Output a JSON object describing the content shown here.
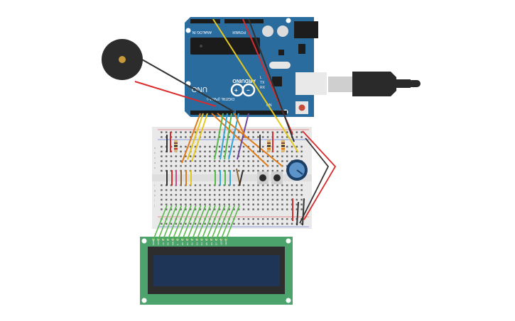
{
  "arduino": {
    "brand": "ARDUINO",
    "model": "UNO",
    "label_analog": "ANALOG IN",
    "label_power": "POWER",
    "label_digital": "DIGITAL (PWM~)",
    "label_tx": "TX",
    "label_rx": "RX",
    "label_l": "L",
    "label_on": "ON"
  },
  "colors": {
    "board": "#2b6c9e",
    "breadboard": "#e9e9e9",
    "lcd_pcb": "#4ca36b",
    "lcd_screen": "#1e3557",
    "wire_red": "#d92b2b",
    "wire_black": "#333333",
    "wire_yellow": "#e6c81e",
    "wire_orange": "#e07b1a",
    "wire_green": "#55b848",
    "wire_blue": "#33a6d8",
    "wire_purple": "#6a4a9c",
    "wire_brown": "#8a6a3a"
  },
  "breadboard": {
    "row_labels": [
      "a",
      "b",
      "c",
      "d",
      "e",
      "f",
      "g",
      "h",
      "i",
      "j"
    ]
  },
  "lcd": {
    "pin_labels": [
      "GND",
      "VCC",
      "V0",
      "RS",
      "RW",
      "E",
      "D0",
      "D1",
      "D2",
      "D3",
      "D4",
      "D5",
      "D6",
      "D7",
      "LED",
      "LED"
    ]
  }
}
